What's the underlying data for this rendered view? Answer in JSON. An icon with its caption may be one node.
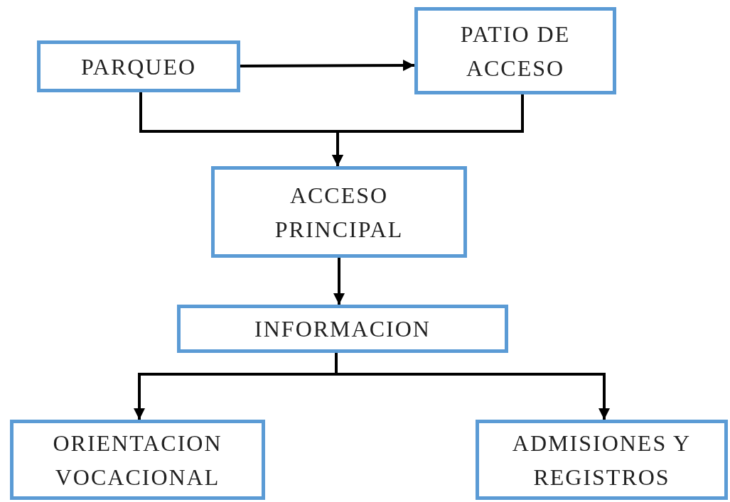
{
  "diagram": {
    "nodes": [
      {
        "text": [
          "PARQUEO"
        ]
      },
      {
        "text": [
          "PATIO DE ACCESO"
        ]
      },
      {
        "text": [
          "ACCESO PRINCIPAL"
        ]
      },
      {
        "text": [
          "INFORMACION"
        ]
      },
      {
        "text": [
          "ORIENTACION VOCACIONAL"
        ]
      },
      {
        "text": [
          "ADMISIONES Y REGISTROS"
        ]
      }
    ],
    "edges": [
      {
        "from": 0,
        "to": 1,
        "arrow": "to"
      },
      {
        "from": 0,
        "to": 2,
        "arrow": "to"
      },
      {
        "from": 1,
        "to": 2,
        "arrow": "to"
      },
      {
        "from": 2,
        "to": 3,
        "arrow": "to"
      },
      {
        "from": 3,
        "to": 4,
        "arrow": "to"
      },
      {
        "from": 3,
        "to": 5,
        "arrow": "to"
      }
    ]
  }
}
